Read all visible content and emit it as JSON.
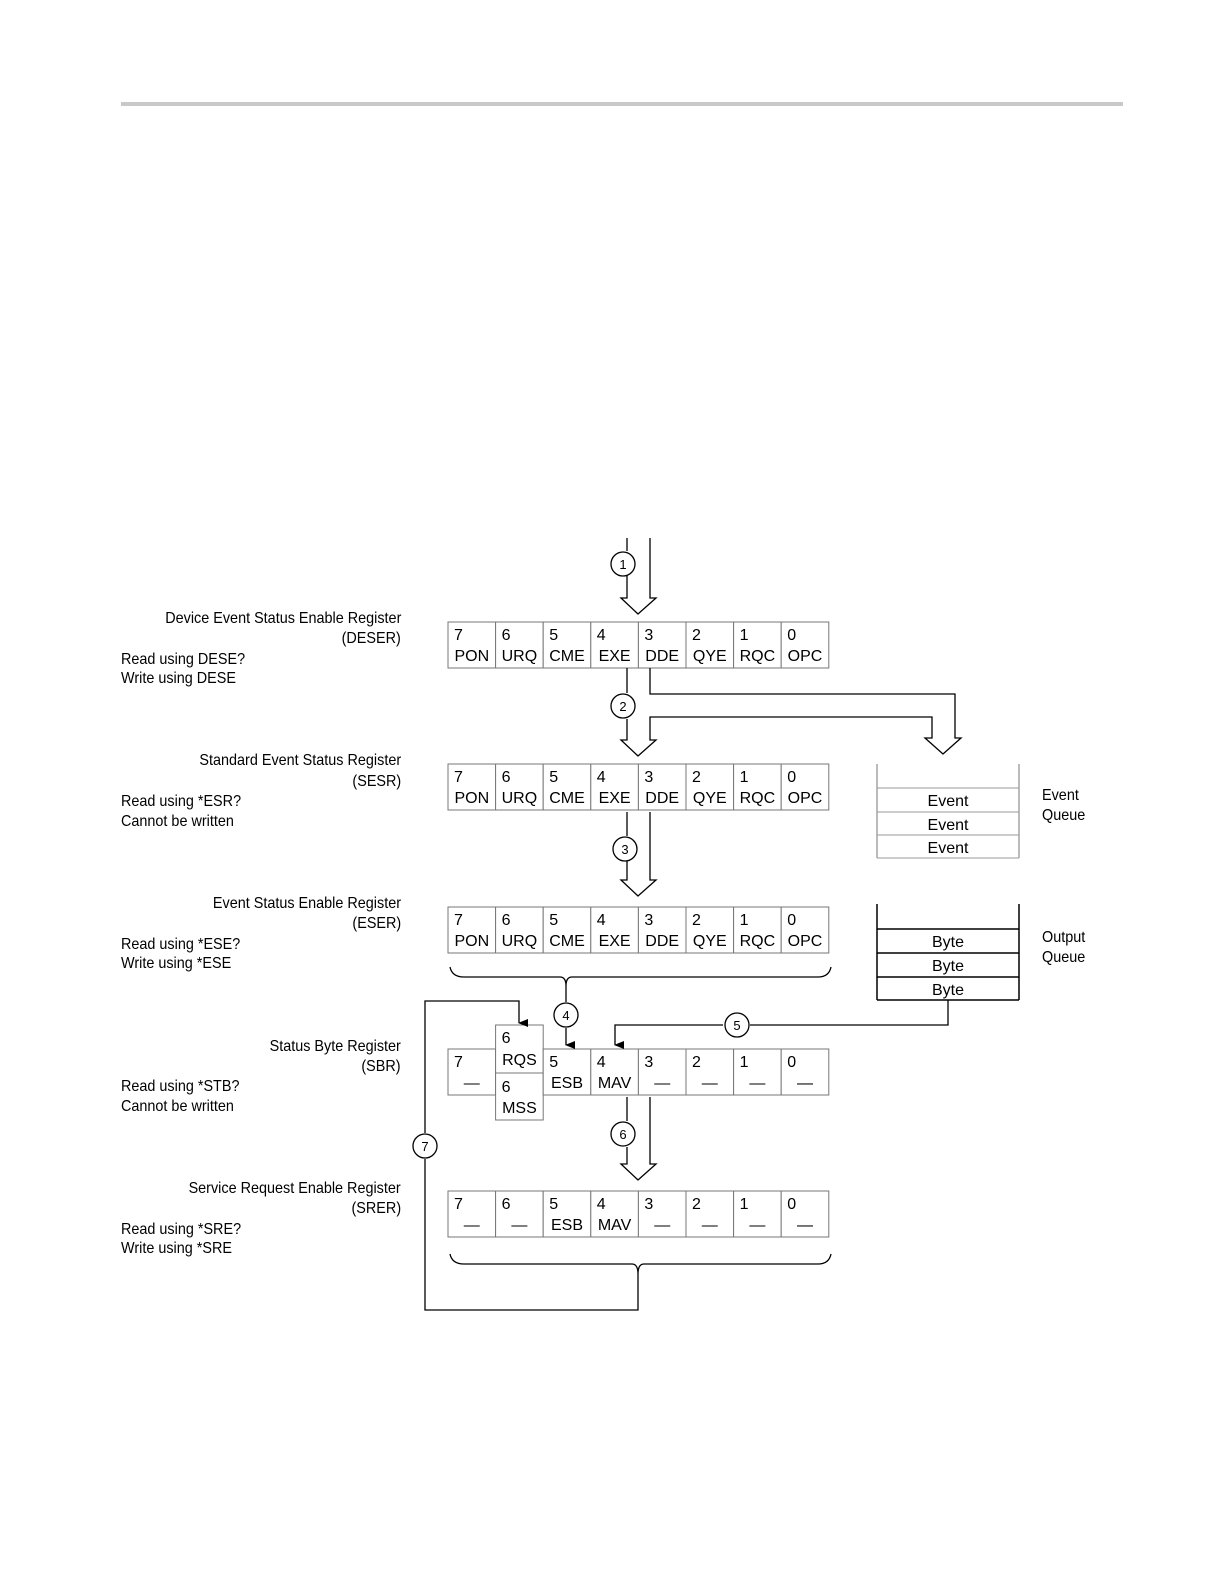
{
  "registers": [
    {
      "id": "deser",
      "name": "Device Event Status Enable Register",
      "abbr": "(DESER)",
      "read": "Read using DESE?",
      "write": "Write using DESE",
      "bits": [
        {
          "num": "7",
          "name": "PON"
        },
        {
          "num": "6",
          "name": "URQ"
        },
        {
          "num": "5",
          "name": "CME"
        },
        {
          "num": "4",
          "name": "EXE"
        },
        {
          "num": "3",
          "name": "DDE"
        },
        {
          "num": "2",
          "name": "QYE"
        },
        {
          "num": "1",
          "name": "RQC"
        },
        {
          "num": "0",
          "name": "OPC"
        }
      ]
    },
    {
      "id": "sesr",
      "name": "Standard Event Status Register",
      "abbr": "(SESR)",
      "read": "Read using *ESR?",
      "write": "Cannot be written",
      "bits": [
        {
          "num": "7",
          "name": "PON"
        },
        {
          "num": "6",
          "name": "URQ"
        },
        {
          "num": "5",
          "name": "CME"
        },
        {
          "num": "4",
          "name": "EXE"
        },
        {
          "num": "3",
          "name": "DDE"
        },
        {
          "num": "2",
          "name": "QYE"
        },
        {
          "num": "1",
          "name": "RQC"
        },
        {
          "num": "0",
          "name": "OPC"
        }
      ]
    },
    {
      "id": "eser",
      "name": "Event Status Enable Register",
      "abbr": "(ESER)",
      "read": "Read using *ESE?",
      "write": "Write using *ESE",
      "bits": [
        {
          "num": "7",
          "name": "PON"
        },
        {
          "num": "6",
          "name": "URQ"
        },
        {
          "num": "5",
          "name": "CME"
        },
        {
          "num": "4",
          "name": "EXE"
        },
        {
          "num": "3",
          "name": "DDE"
        },
        {
          "num": "2",
          "name": "QYE"
        },
        {
          "num": "1",
          "name": "RQC"
        },
        {
          "num": "0",
          "name": "OPC"
        }
      ]
    },
    {
      "id": "sbr",
      "name": "Status Byte Register",
      "abbr": "(SBR)",
      "read": "Read using *STB?",
      "write": "Cannot be written",
      "bits": [
        {
          "num": "7",
          "name": "—"
        },
        {
          "num": "6",
          "name": "RQS",
          "num2": "6",
          "name2": "MSS"
        },
        {
          "num": "5",
          "name": "ESB"
        },
        {
          "num": "4",
          "name": "MAV"
        },
        {
          "num": "3",
          "name": "—"
        },
        {
          "num": "2",
          "name": "—"
        },
        {
          "num": "1",
          "name": "—"
        },
        {
          "num": "0",
          "name": "—"
        }
      ]
    },
    {
      "id": "srer",
      "name": "Service Request Enable Register",
      "abbr": "(SRER)",
      "read": "Read using *SRE?",
      "write": "Write using *SRE",
      "bits": [
        {
          "num": "7",
          "name": "—"
        },
        {
          "num": "6",
          "name": "—"
        },
        {
          "num": "5",
          "name": "ESB"
        },
        {
          "num": "4",
          "name": "MAV"
        },
        {
          "num": "3",
          "name": "—"
        },
        {
          "num": "2",
          "name": "—"
        },
        {
          "num": "1",
          "name": "—"
        },
        {
          "num": "0",
          "name": "—"
        }
      ]
    }
  ],
  "event_queue": {
    "label_1": "Event",
    "label_2": "Queue",
    "entries": [
      "Event",
      "Event",
      "Event"
    ]
  },
  "output_queue": {
    "label_1": "Output",
    "label_2": "Queue",
    "entries": [
      "Byte",
      "Byte",
      "Byte"
    ]
  },
  "steps": [
    "1",
    "2",
    "3",
    "4",
    "5",
    "6",
    "7"
  ]
}
